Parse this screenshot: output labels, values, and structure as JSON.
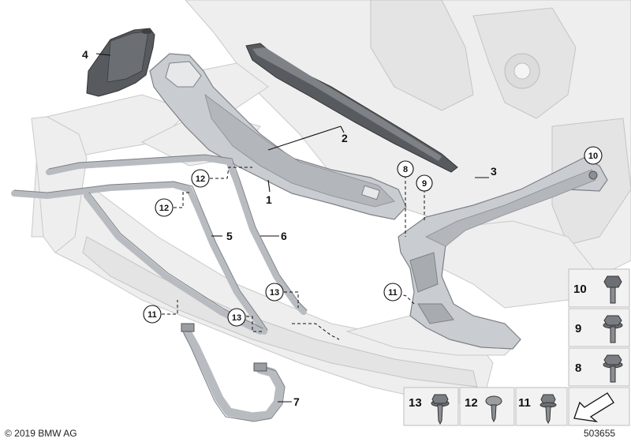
{
  "callouts": {
    "n1": "1",
    "n2": "2",
    "n3": "3",
    "n4": "4",
    "n5": "5",
    "n6": "6",
    "n7": "7",
    "c8": "8",
    "c9": "9",
    "c10": "10",
    "c11a": "11",
    "c11b": "11",
    "c12a": "12",
    "c12b": "12",
    "c13a": "13",
    "c13b": "13"
  },
  "legend": {
    "item10": "10",
    "item9": "9",
    "item8": "8",
    "item13": "13",
    "item12": "12",
    "item11": "11"
  },
  "footer": {
    "copyright": "© 2019 BMW AG",
    "diagram_number": "503655"
  },
  "icons": [
    "bolt-icon",
    "screw-icon",
    "direction-arrow-icon"
  ],
  "colors": {
    "part": "#c9ccd0",
    "body": "#eeeeee",
    "dark_part": "#575a5e"
  }
}
